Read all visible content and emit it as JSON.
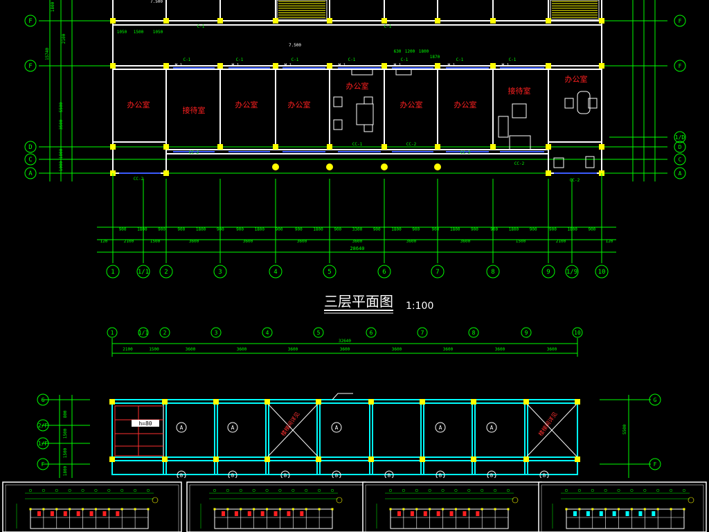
{
  "colors": {
    "background": "#000000",
    "wall": "#ffffff",
    "axis": "#00ff00",
    "dimension": "#00ff00",
    "column": "#ffff00",
    "door": "#3b5cff",
    "window_label": "#00ff00",
    "room_label": "#ff2020",
    "title": "#ffffff",
    "structure": "#00ffff"
  },
  "plan": {
    "title": "三层平面图",
    "scale": "1:100",
    "row_axes_left": [
      "F",
      "F",
      "D",
      "C",
      "A"
    ],
    "row_axes_right": [
      "F",
      "F",
      "1/D",
      "D",
      "C",
      "A"
    ],
    "column_axes": [
      "1",
      "1/1",
      "2",
      "3",
      "4",
      "5",
      "6",
      "7",
      "8",
      "9",
      "1/9",
      "10"
    ],
    "dim_row1": [
      "900",
      "1800",
      "900",
      "900",
      "1800",
      "900",
      "900",
      "1800",
      "900",
      "900",
      "1800",
      "900",
      "3300",
      "900",
      "1800",
      "900",
      "900",
      "1800",
      "900",
      "900",
      "1800",
      "900",
      "900",
      "1800",
      "900"
    ],
    "dim_row2": [
      "120",
      "2100",
      "1500",
      "3600",
      "3600",
      "3600",
      "3600",
      "3600",
      "3600",
      "1500",
      "2100",
      "120"
    ],
    "dim_total": "28640",
    "rooms": [
      "办公室",
      "接待室",
      "办公室",
      "办公室",
      "办公室",
      "办公室",
      "办公室",
      "接待室",
      "办公室"
    ],
    "window_labels": [
      "C-1",
      "C-1",
      "C-1",
      "C-1",
      "C-1",
      "C-1",
      "C-1",
      "C-1",
      "C-1"
    ],
    "door_labels": [
      "M-1",
      "M-1",
      "M-1",
      "M-1",
      "M-1",
      "M-1",
      "M-1"
    ],
    "corridor_labels": [
      "CC-2",
      "CC-2",
      "CC-1",
      "CC-2",
      "CC-3",
      "CC-2",
      "CC-2"
    ],
    "elevations": [
      "7.500",
      "7.500"
    ],
    "side_dims": [
      "1800",
      "15740",
      "2100",
      "5500",
      "1800",
      "1000",
      "3500"
    ],
    "top_dims": [
      "1050",
      "1500",
      "1050",
      "630",
      "1200",
      "1800",
      "1870"
    ]
  },
  "structure": {
    "column_axes": [
      "1",
      "1/1",
      "2",
      "3",
      "4",
      "5",
      "6",
      "7",
      "8",
      "9",
      "10"
    ],
    "dims": [
      "2100",
      "1500",
      "3600",
      "3600",
      "3600",
      "3600",
      "3600",
      "3600",
      "3600",
      "3600"
    ],
    "dim_total": "32640",
    "row_axes_left": [
      "G",
      "2/F",
      "1/F",
      "F"
    ],
    "row_axes_right": [
      "G",
      "F"
    ],
    "slab_labels": [
      "A",
      "A",
      "A",
      "A",
      "A",
      "A"
    ],
    "beam_labels": [
      "B",
      "B",
      "B",
      "B",
      "B",
      "B",
      "B",
      "B",
      "B"
    ],
    "stair_note": "楼梯间详见",
    "side_dims": [
      "800",
      "1500",
      "1500",
      "1800",
      "5500"
    ],
    "slab_note": "h=80"
  },
  "thumbnails": [
    {
      "name": "thumb-1"
    },
    {
      "name": "thumb-2"
    },
    {
      "name": "thumb-3"
    },
    {
      "name": "thumb-4"
    }
  ]
}
